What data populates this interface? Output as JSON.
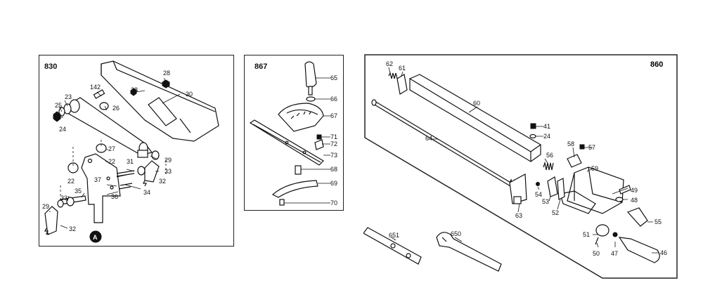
{
  "panels": {
    "left": {
      "title": "830"
    },
    "middle": {
      "title": "867"
    },
    "right": {
      "title": "860"
    }
  },
  "callouts": {
    "p28a": "28",
    "p142": "142",
    "p28b": "28",
    "p30": "30",
    "p23": "23",
    "p25": "25",
    "p26": "26",
    "p24": "24",
    "p27": "27",
    "p22a": "22",
    "p29a": "29",
    "p31": "31",
    "p33a": "33",
    "p22b": "22",
    "p32a": "32",
    "p37": "37",
    "p36": "36",
    "p34": "34",
    "p35": "35",
    "p33b": "33",
    "p29b": "29",
    "p32b": "32",
    "pA": "A",
    "p65": "65",
    "p66": "66",
    "p67": "67",
    "p71": "71",
    "p72": "72",
    "p73": "73",
    "p68": "68",
    "p69": "69",
    "p70": "70",
    "p62": "62",
    "p61": "61",
    "p60": "60",
    "p64": "64",
    "p41": "41",
    "p24c": "24",
    "p58": "58",
    "p57": "57",
    "p56": "56",
    "p59": "59",
    "p53": "53",
    "p54": "54",
    "p49": "49",
    "p48": "48",
    "p55": "55",
    "p52": "52",
    "p63": "63",
    "p51": "51",
    "p50": "50",
    "p47": "47",
    "p46": "46",
    "p651": "651",
    "p650": "650"
  }
}
